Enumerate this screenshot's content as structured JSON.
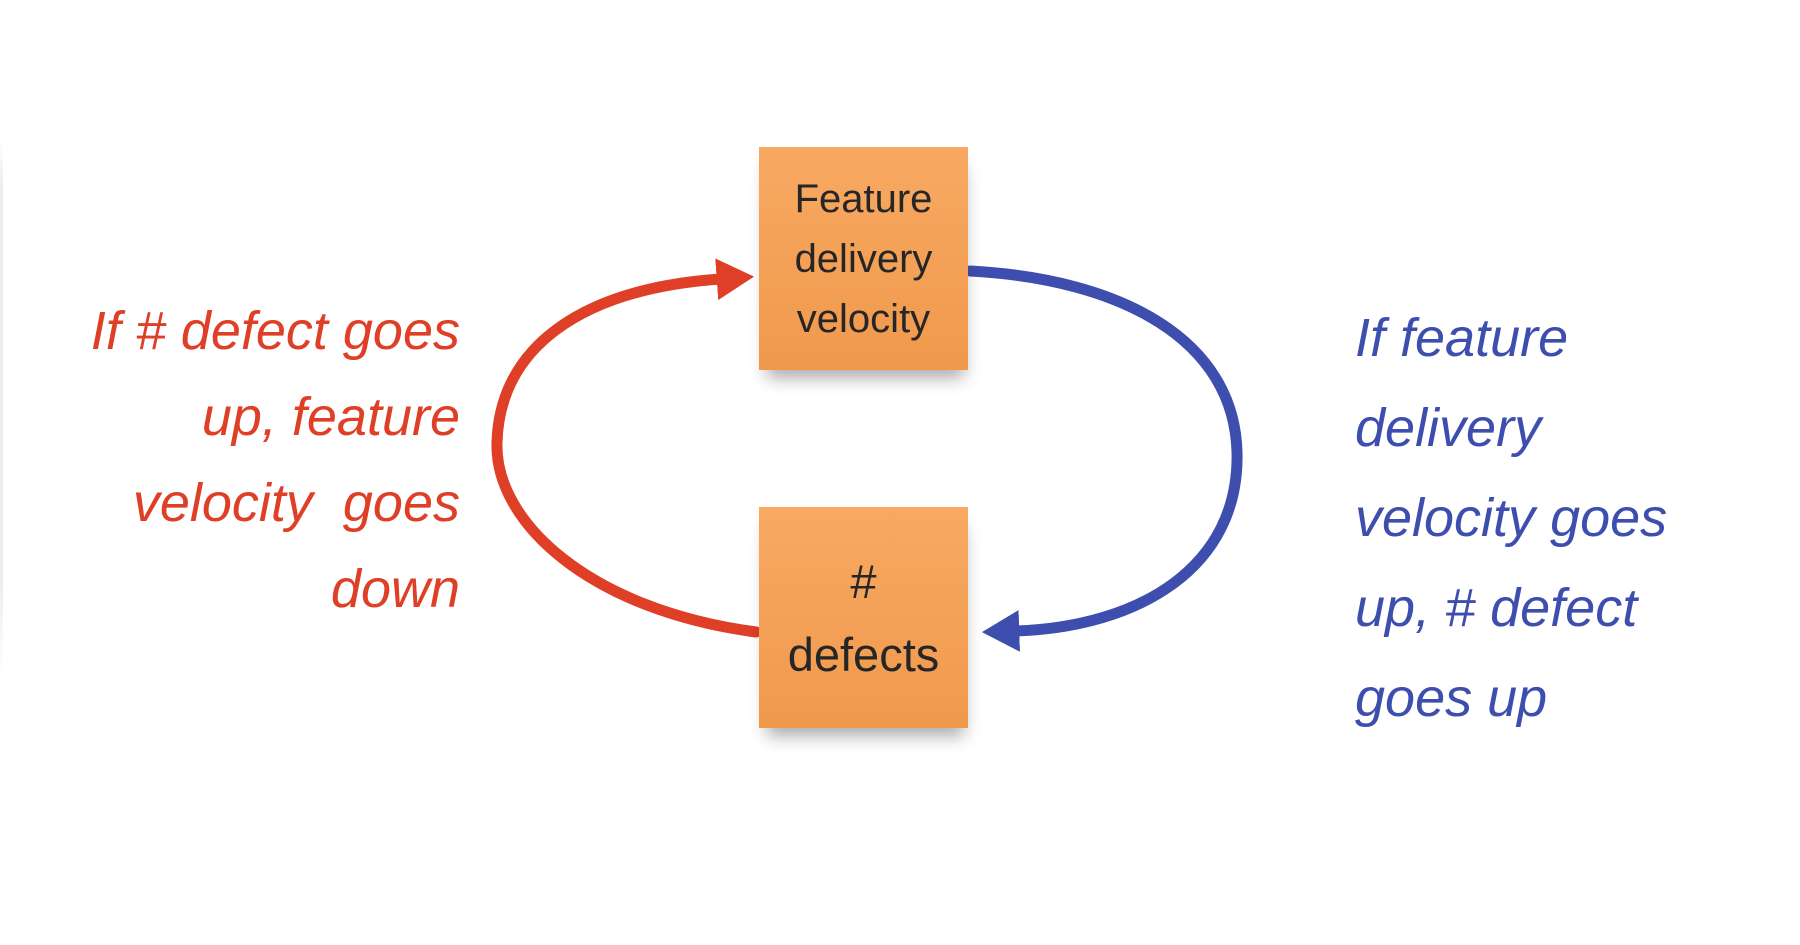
{
  "colors": {
    "background": "#ffffff",
    "red_accent": "#DE3F26",
    "blue_accent": "#3E4EAE",
    "note_fill_top": "#F8A962",
    "note_fill_bottom": "#F0994C",
    "note_text_color": "#262626"
  },
  "diagram": {
    "type": "causal-loop",
    "nodes": [
      {
        "id": "feature-delivery-velocity",
        "label": "Feature\ndelivery\nvelocity"
      },
      {
        "id": "defect-count",
        "label": "#\ndefects"
      }
    ],
    "edges": [
      {
        "id": "red-arrow",
        "from": "# defects",
        "to": "Feature delivery velocity",
        "color_name": "red",
        "shape": "left-half-loop, arrowhead points right into top note"
      },
      {
        "id": "blue-arrow",
        "from": "Feature delivery velocity",
        "to": "# defects",
        "color_name": "blue",
        "shape": "right-half-loop, arrowhead points left into bottom note"
      }
    ],
    "captions": {
      "left": {
        "lines": [
          "If # defect goes",
          "up, feature",
          "velocity  goes",
          "down"
        ]
      },
      "right": {
        "lines": [
          "If feature",
          "delivery",
          "velocity goes",
          "up, # defect",
          "goes up"
        ]
      }
    }
  }
}
